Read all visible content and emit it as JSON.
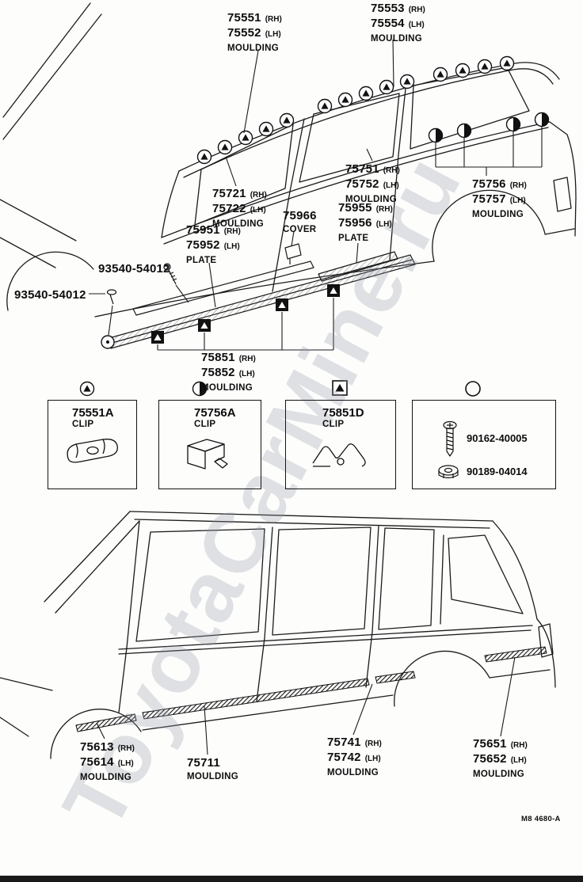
{
  "watermark": "ToyotaCarMine.ru",
  "page_code": "M8 4680-A",
  "sedan": {
    "c1": {
      "n1": "75551",
      "s1": "(RH)",
      "n2": "75552",
      "s2": "(LH)",
      "cap": "MOULDING"
    },
    "c2": {
      "n1": "75553",
      "s1": "(RH)",
      "n2": "75554",
      "s2": "(LH)",
      "cap": "MOULDING"
    },
    "c3": {
      "n1": "75751",
      "s1": "(RH)",
      "n2": "75752",
      "s2": "(LH)",
      "cap": "MOULDING"
    },
    "c4": {
      "n1": "75721",
      "s1": "(RH)",
      "n2": "75722",
      "s2": "(LH)",
      "cap": "MOULDING"
    },
    "c5": {
      "n1": "75966",
      "cap": "COVER"
    },
    "c6": {
      "n1": "75955",
      "s1": "(RH)",
      "n2": "75956",
      "s2": "(LH)",
      "cap": "PLATE"
    },
    "c7": {
      "n1": "75951",
      "s1": "(RH)",
      "n2": "75952",
      "s2": "(LH)",
      "cap": "PLATE"
    },
    "c8": {
      "n1": "93540-54012"
    },
    "c9": {
      "n1": "93540-54012"
    },
    "c10": {
      "n1": "75756",
      "s1": "(RH)",
      "n2": "75757",
      "s2": "(LH)",
      "cap": "MOULDING"
    },
    "c11": {
      "n1": "75851",
      "s1": "(RH)",
      "n2": "75852",
      "s2": "(LH)",
      "cap": "MOULDING"
    }
  },
  "detail_boxes": {
    "b1": {
      "part": "75551A",
      "cap": "CLIP",
      "symbol": "circled-triangle-marker"
    },
    "b2": {
      "part": "75756A",
      "cap": "CLIP",
      "symbol": "half-filled-circle-marker"
    },
    "b3": {
      "part": "75851D",
      "cap": "CLIP",
      "symbol": "square-triangle-marker"
    },
    "b4": {
      "screw": "90162-40005",
      "nut": "90189-04014",
      "symbol": "circle-marker"
    }
  },
  "wagon": {
    "w1": {
      "n1": "75613",
      "s1": "(RH)",
      "n2": "75614",
      "s2": "(LH)",
      "cap": "MOULDING"
    },
    "w2": {
      "n1": "75711",
      "cap": "MOULDING"
    },
    "w3": {
      "n1": "75741",
      "s1": "(RH)",
      "n2": "75742",
      "s2": "(LH)",
      "cap": "MOULDING"
    },
    "w4": {
      "n1": "75651",
      "s1": "(RH)",
      "n2": "75652",
      "s2": "(LH)",
      "cap": "MOULDING"
    }
  }
}
